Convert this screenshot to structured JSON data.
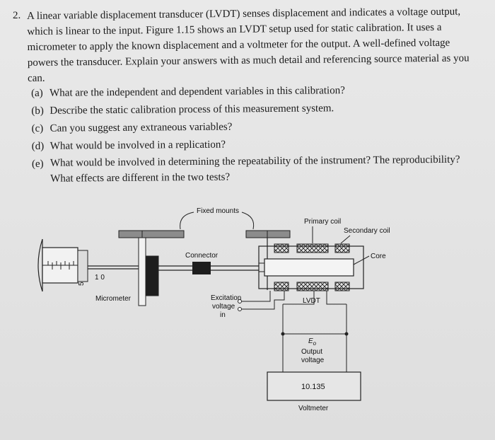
{
  "problem": {
    "number": "2.",
    "intro": "A linear variable displacement transducer (LVDT) senses displacement and indicates a voltage output, which is linear to the input. Figure 1.15 shows an LVDT setup used for static calibration. It uses a micrometer to apply the known displacement and a voltmeter for the output. A well-defined voltage powers the transducer. Explain your answers with as much detail and referencing source material as you can.",
    "questions": [
      {
        "letter": "(a)",
        "text": "What are the independent and dependent variables in this calibration?"
      },
      {
        "letter": "(b)",
        "text": "Describe the static calibration process of this measurement system."
      },
      {
        "letter": "(c)",
        "text": "Can you suggest any extraneous variables?"
      },
      {
        "letter": "(d)",
        "text": "What would be involved in a replication?"
      },
      {
        "letter": "(e)",
        "text": "What would be involved in determining the repeatability of the instrument? The reproducibility? What effects are different in the two tests?"
      }
    ]
  },
  "figure": {
    "labels": {
      "fixed_mounts": "Fixed mounts",
      "primary_coil": "Primary coil",
      "secondary_coil": "Secondary coil",
      "core": "Core",
      "connector": "Connector",
      "micrometer": "Micrometer",
      "excitation_1": "Excitation",
      "excitation_2": "voltage",
      "excitation_3": "in",
      "lvdt": "LVDT",
      "eo": "E",
      "eo_sub": "o",
      "output_1": "Output",
      "output_2": "voltage",
      "voltmeter_reading": "10.135",
      "voltmeter": "Voltmeter"
    },
    "micrometer_scale": {
      "barrel_top": "10",
      "barrel_bottom": "5",
      "sleeve": "1  0"
    }
  }
}
